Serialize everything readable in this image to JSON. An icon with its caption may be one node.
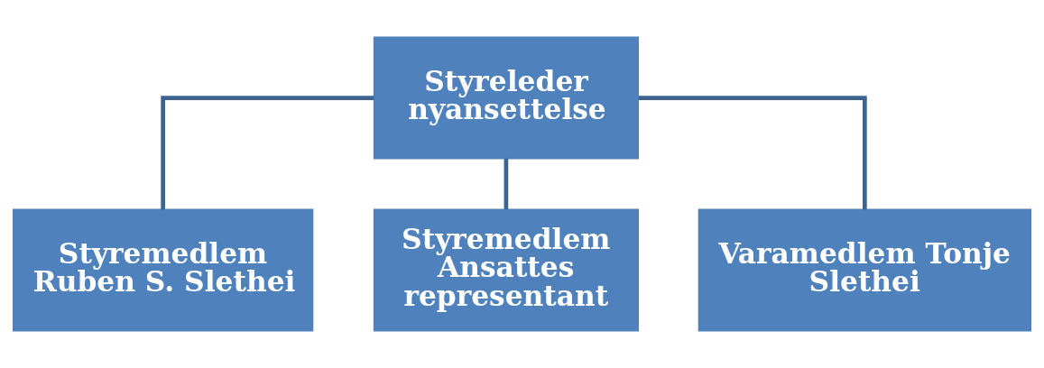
{
  "diagram": {
    "nodes": [
      {
        "text": [
          "Styreleder nyansettelse"
        ]
      },
      {
        "text": [
          "Styremedlem Ruben S. Slethei"
        ]
      },
      {
        "text": [
          "Styremedlem Ansattes representant"
        ]
      },
      {
        "text": [
          "Varamedlem Tonje Slethei"
        ]
      }
    ],
    "edges": [
      {
        "from": 0,
        "to": 1,
        "arrow": "none"
      },
      {
        "from": 0,
        "to": 2,
        "arrow": "none"
      },
      {
        "from": 0,
        "to": 3,
        "arrow": "none"
      }
    ]
  }
}
